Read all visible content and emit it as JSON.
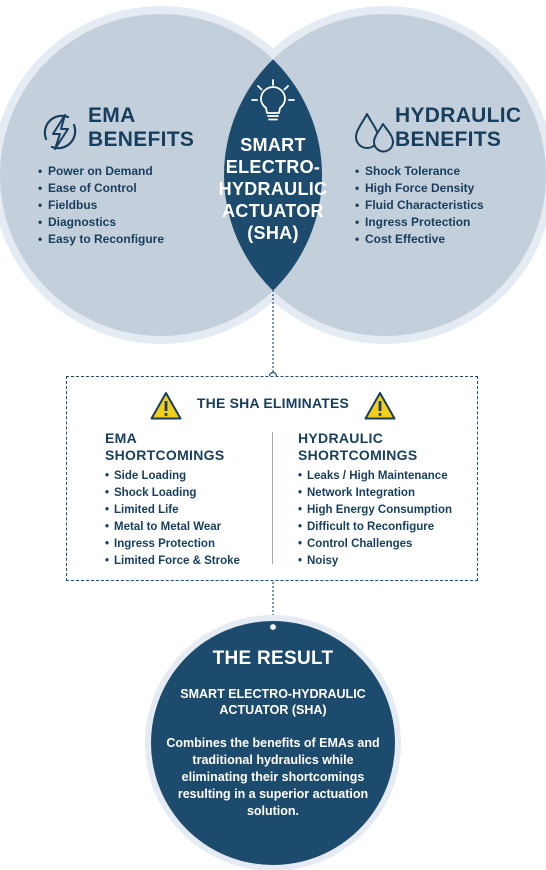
{
  "ema": {
    "title": "EMA\nBENEFITS",
    "icon": "lightning-bolt-icon",
    "benefits": [
      "Power on Demand",
      "Ease of Control",
      "Fieldbus",
      "Diagnostics",
      "Easy to Reconfigure"
    ]
  },
  "hydraulic": {
    "title": "HYDRAULIC\nBENEFITS",
    "icon": "water-drops-icon",
    "benefits": [
      "Shock Tolerance",
      "High Force Density",
      "Fluid Characteristics",
      "Ingress Protection",
      "Cost Effective"
    ]
  },
  "center": {
    "title": "SMART\nELECTRO-\nHYDRAULIC\nACTUATOR\n(SHA)",
    "icon": "lightbulb-icon"
  },
  "eliminates": {
    "title": "THE SHA ELIMINATES",
    "icon": "warning-icon",
    "ema": {
      "title": "EMA\nSHORTCOMINGS",
      "items": [
        "Side Loading",
        "Shock Loading",
        "Limited Life",
        "Metal to Metal Wear",
        "Ingress Protection",
        "Limited Force & Stroke"
      ]
    },
    "hydraulic": {
      "title": "HYDRAULIC\nSHORTCOMINGS",
      "items": [
        "Leaks / High Maintenance",
        "Network Integration",
        "High Energy Consumption",
        "Difficult to Reconfigure",
        "Control Challenges",
        "Noisy"
      ]
    }
  },
  "result": {
    "title": "THE RESULT",
    "subtitle": "SMART ELECTRO-HYDRAULIC\nACTUATOR (SHA)",
    "body": "Combines the benefits of EMAs and traditional hydraulics while eliminating their shortcomings resulting in a superior actuation solution."
  },
  "colors": {
    "circle_fill": "#c4cfdc",
    "circle_ring": "#e5ebf2",
    "navy": "#1d4b6e",
    "text_navy": "#173e5c",
    "warning_yellow": "#f3cf1c"
  }
}
